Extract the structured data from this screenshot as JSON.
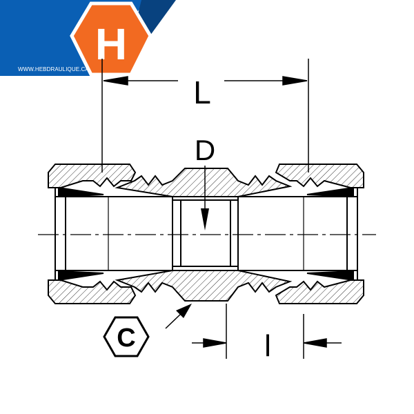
{
  "logo": {
    "letter": "H",
    "url": "WWW.HEBDRAULIQUE.CA",
    "colors": {
      "blue": "#0a5fb4",
      "dark_blue": "#08427f",
      "orange": "#f26a21"
    }
  },
  "drawing": {
    "dimension_L": "L",
    "dimension_D": "D",
    "dimension_l": "l",
    "hex_label": "C"
  }
}
